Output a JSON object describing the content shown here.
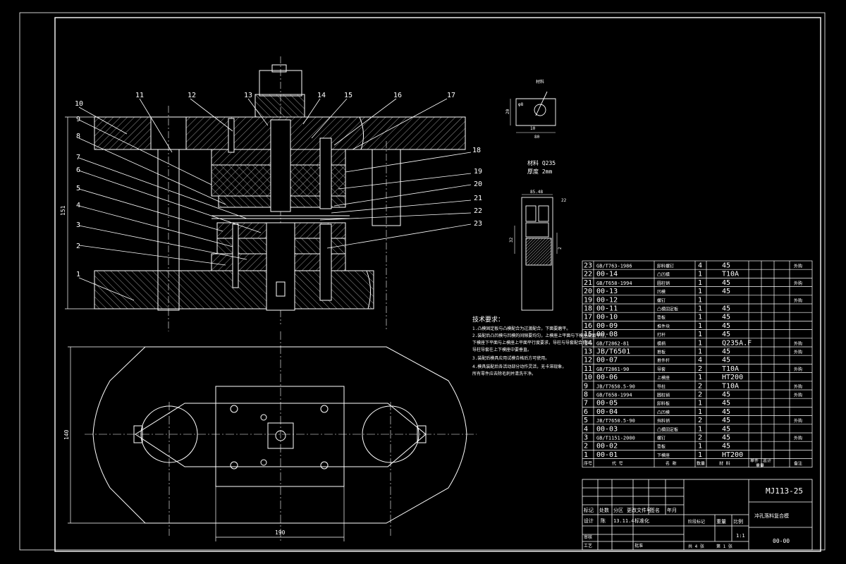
{
  "balloons": [
    "1",
    "2",
    "3",
    "4",
    "5",
    "6",
    "7",
    "8",
    "9",
    "10",
    "11",
    "12",
    "13",
    "14",
    "15",
    "16",
    "17",
    "18",
    "19",
    "20",
    "21",
    "22",
    "23"
  ],
  "dims": {
    "height_main": "151",
    "plan_height": "140",
    "plan_width": "190",
    "part_w": "80",
    "part_h": "20",
    "part_d": "10",
    "part_hole": "φ8",
    "side_w": "85.48",
    "side_r": "22",
    "side_h": "32",
    "side_s": "2"
  },
  "part_label": "材料",
  "material_lines": [
    "材料 Q235",
    "厚度 2mm"
  ],
  "notes": {
    "title": "技术要求：",
    "lines": [
      "1.凸模固定板与凸模配合为过渡配合，下面要磨平。",
      "2.装配后凸凹模与凹模的间隙要均匀，上模座上平面与下模座底面平行，",
      "  下模座下平面与上模座上平面平行度要求，导柱与导套配合良好，",
      "  导柱导套在上下模座中要垂直。",
      "3.装配后模具应用试模合格后方可使用。",
      "4.模具装配后各活动部分动作灵活，无卡滞现象，",
      "  所有零件应去除毛刺并清洗干净。"
    ]
  },
  "bom": [
    {
      "no": "23",
      "code": "GB/T763-1986",
      "name": "卸料螺钉",
      "qty": "4",
      "mat": "45",
      "note": "外购"
    },
    {
      "no": "22",
      "code": "00-14",
      "name": "凸凹模",
      "qty": "1",
      "mat": "T10A",
      "note": ""
    },
    {
      "no": "21",
      "code": "GB/T658-1994",
      "name": "圆柱销",
      "qty": "1",
      "mat": "45",
      "note": "外购"
    },
    {
      "no": "20",
      "code": "00-13",
      "name": "凹模",
      "qty": "1",
      "mat": "45",
      "note": ""
    },
    {
      "no": "19",
      "code": "00-12",
      "name": "螺钉",
      "qty": "1",
      "mat": "",
      "note": "外购"
    },
    {
      "no": "18",
      "code": "00-11",
      "name": "凸模固定板",
      "qty": "1",
      "mat": "45",
      "note": ""
    },
    {
      "no": "17",
      "code": "00-10",
      "name": "垫板",
      "qty": "1",
      "mat": "45",
      "note": ""
    },
    {
      "no": "16",
      "code": "00-09",
      "name": "推件块",
      "qty": "1",
      "mat": "45",
      "note": ""
    },
    {
      "no": "15",
      "code": "00-08",
      "name": "打杆",
      "qty": "1",
      "mat": "45",
      "note": ""
    },
    {
      "no": "14",
      "code": "GB/T2862-81",
      "name": "模柄",
      "qty": "1",
      "mat": "Q235A.F",
      "note": "外购"
    },
    {
      "no": "13",
      "code": "JB/T6501",
      "name": "推板",
      "qty": "1",
      "mat": "45",
      "note": "外购"
    },
    {
      "no": "12",
      "code": "00-07",
      "name": "推件杆",
      "qty": "4",
      "mat": "45",
      "note": ""
    },
    {
      "no": "11",
      "code": "GB/T2861-90",
      "name": "导套",
      "qty": "2",
      "mat": "T10A",
      "note": "外购"
    },
    {
      "no": "10",
      "code": "00-06",
      "name": "上模座",
      "qty": "1",
      "mat": "HT200",
      "note": ""
    },
    {
      "no": "9",
      "code": "JB/T7650.5-90",
      "name": "导柱",
      "qty": "2",
      "mat": "T10A",
      "note": "外购"
    },
    {
      "no": "8",
      "code": "GB/T658-1994",
      "name": "圆柱销",
      "qty": "2",
      "mat": "45",
      "note": "外购"
    },
    {
      "no": "7",
      "code": "00-05",
      "name": "卸料板",
      "qty": "1",
      "mat": "45",
      "note": ""
    },
    {
      "no": "6",
      "code": "00-04",
      "name": "凸凹模",
      "qty": "1",
      "mat": "45",
      "note": ""
    },
    {
      "no": "5",
      "code": "JB/T7650.5-90",
      "name": "挡料销",
      "qty": "2",
      "mat": "45",
      "note": "外购"
    },
    {
      "no": "4",
      "code": "00-03",
      "name": "凸模固定板",
      "qty": "1",
      "mat": "45",
      "note": ""
    },
    {
      "no": "3",
      "code": "GB/T1151-2000",
      "name": "螺钉",
      "qty": "2",
      "mat": "45",
      "note": "外购"
    },
    {
      "no": "2",
      "code": "00-02",
      "name": "垫板",
      "qty": "1",
      "mat": "45",
      "note": ""
    },
    {
      "no": "1",
      "code": "00-01",
      "name": "下模座",
      "qty": "1",
      "mat": "HT200",
      "note": ""
    }
  ],
  "bom_header": {
    "no": "序号",
    "code": "代 号",
    "name": "名 称",
    "qty": "数量",
    "mat": "材 料",
    "wt1": "单件",
    "wt2": "总计",
    "wt3": "重量",
    "note": "备注"
  },
  "title_block": {
    "drawing_no": "MJ113-25",
    "revision_row": [
      "标记",
      "处数",
      "分区",
      "更改文件号",
      "签名",
      "年月"
    ],
    "design_label": "设计",
    "designer": "陈",
    "date": "13.11.4",
    "std_label": "标准化",
    "stage_label": "阶段标记",
    "weight_label": "重量",
    "scale_label": "比例",
    "scale": "1:1",
    "review_label": "审核",
    "process_label": "工艺",
    "approve_label": "批准",
    "sheets": "共 4 张",
    "sheet": "第 1 张",
    "part_name": "冲孔落料复合模",
    "code": "00-00"
  }
}
